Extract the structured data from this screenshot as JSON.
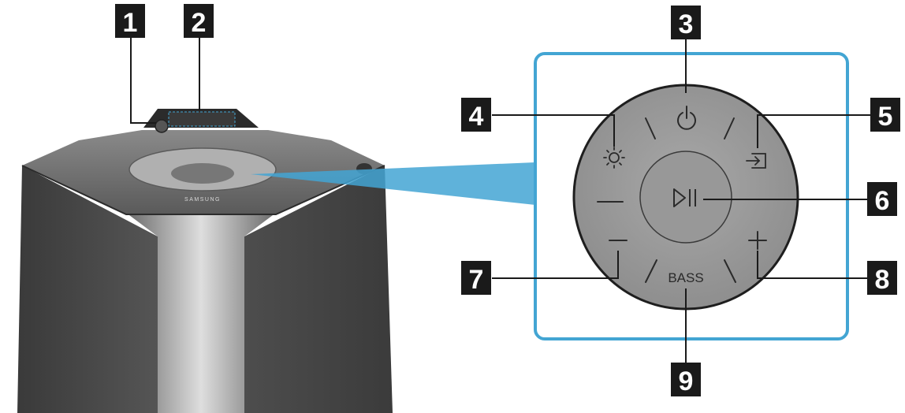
{
  "diagram": {
    "brand": "SAMSUNG",
    "callouts": [
      {
        "number": "1"
      },
      {
        "number": "2"
      },
      {
        "number": "3"
      },
      {
        "number": "4"
      },
      {
        "number": "5"
      },
      {
        "number": "6"
      },
      {
        "number": "7"
      },
      {
        "number": "8"
      },
      {
        "number": "9"
      }
    ],
    "buttons": {
      "power": {
        "icon": "power-icon"
      },
      "brightness": {
        "icon": "sun-icon"
      },
      "source": {
        "icon": "source-input-icon"
      },
      "play_pause": {
        "icon": "play-pause-icon"
      },
      "volume_down": {
        "icon": "minus-icon"
      },
      "volume_up": {
        "icon": "plus-icon"
      },
      "bass": {
        "label": "BASS"
      }
    },
    "colors": {
      "accent": "#43a5d3",
      "callout_bg": "#1a1a1a",
      "speaker_body": "#4a4a4a",
      "panel_face": "#9a9a9a"
    }
  }
}
